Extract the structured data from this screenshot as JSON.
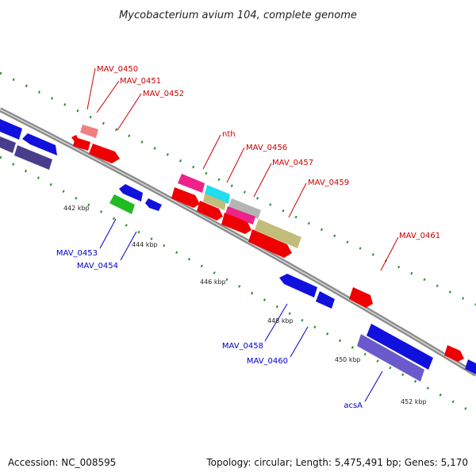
{
  "title": "Mycobacterium avium 104, complete genome",
  "footer": {
    "accession": "Accession: NC_008595",
    "summary": "Topology: circular; Length: 5,475,491 bp; Genes: 5,170"
  },
  "colors": {
    "backbone": "#8a8a8a",
    "tick_dots": "#2e8b2e",
    "forward_label": "#cc0000",
    "reverse_label": "#0000cc",
    "gene_red": "#ee0000",
    "gene_pink": "#f08080",
    "gene_magenta": "#ee2288",
    "gene_cyan": "#22ddee",
    "gene_olive": "#c2bd7a",
    "gene_gray": "#b4b4b4",
    "gene_blue": "#1111dd",
    "gene_purple": "#6a5acd",
    "gene_darkpurple": "#483d8b",
    "gene_green": "#22bb22"
  },
  "ticks": [
    "442 kbp",
    "444 kbp",
    "446 kbp",
    "448 kbp",
    "450 kbp",
    "452 kbp"
  ],
  "forward_labels": [
    "MAV_0450",
    "MAV_0451",
    "MAV_0452",
    "nth",
    "MAV_0456",
    "MAV_0457",
    "MAV_0459",
    "MAV_0461"
  ],
  "reverse_labels": [
    "MAV_0453",
    "MAV_0454",
    "MAV_0458",
    "MAV_0460",
    "acsA"
  ]
}
